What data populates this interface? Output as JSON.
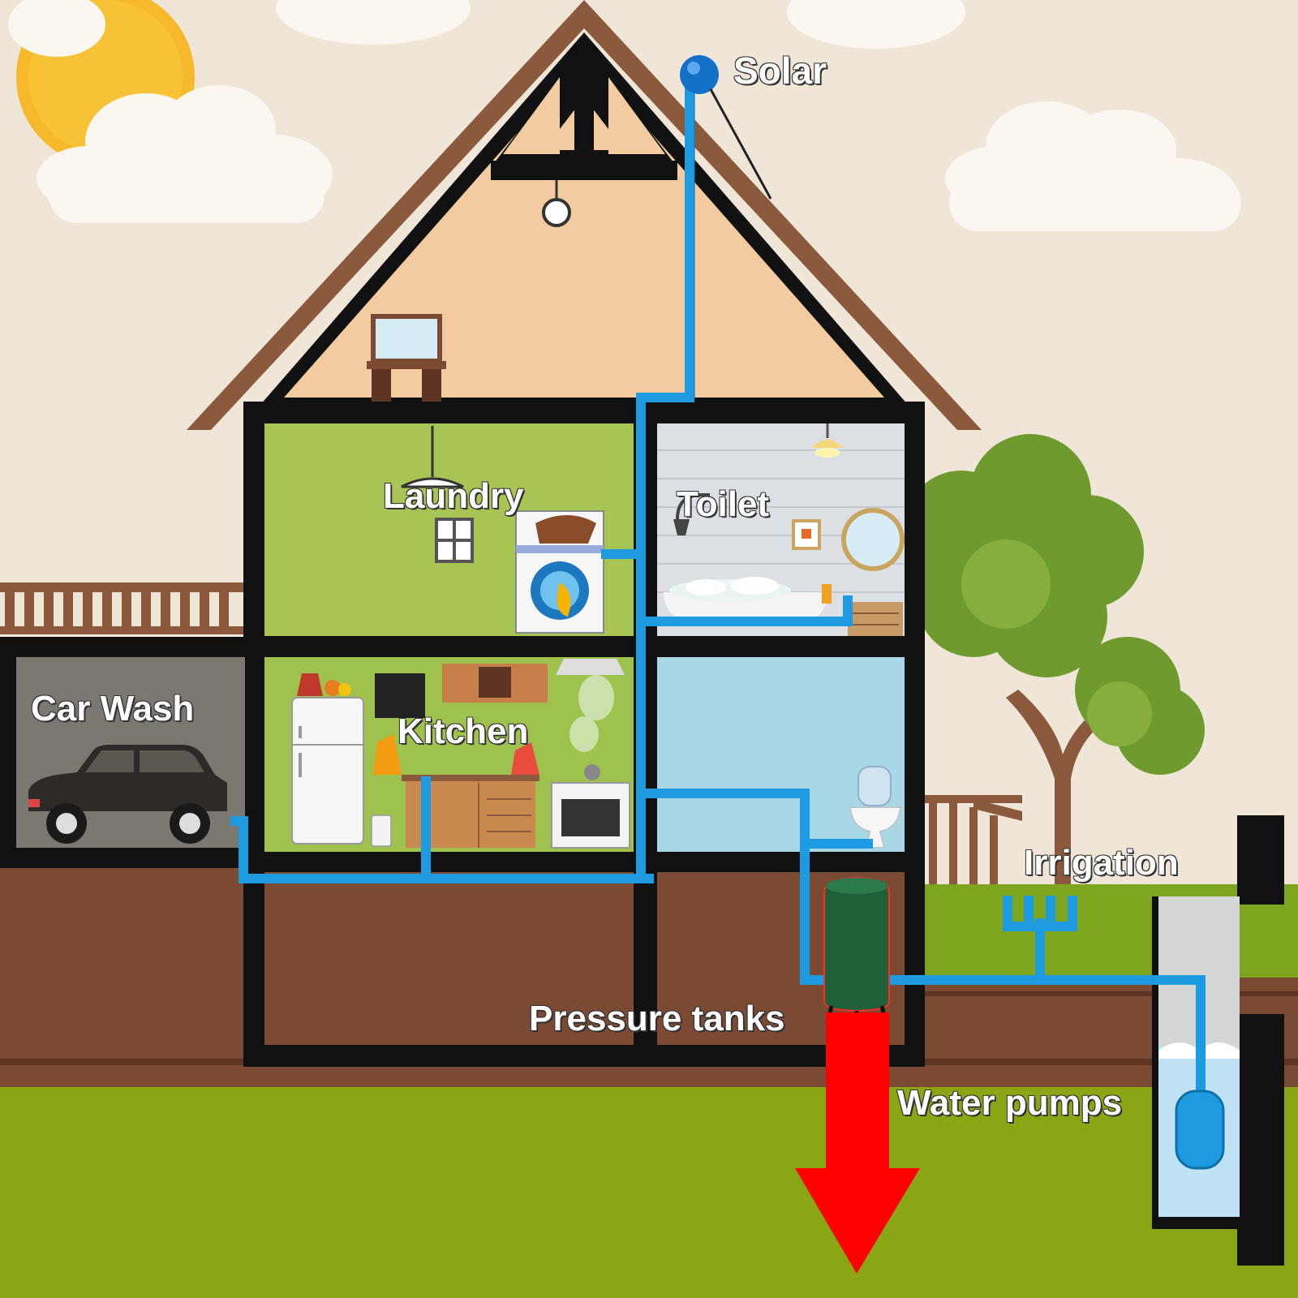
{
  "labels": {
    "solar": "Solar",
    "laundry": "Laundry",
    "toilet": "Toilet",
    "car_wash": "Car Wash",
    "kitchen": "Kitchen",
    "irrigation": "Irrigation",
    "pressure_tanks": "Pressure tanks",
    "water_pumps": "Water pumps"
  },
  "colors": {
    "sky": "#f0e6d8",
    "roof": "#8b5a3c",
    "attic": "#f2ccA0",
    "frame": "#111111",
    "laundry_wall": "#a8c454",
    "kitchen_wall": "#9fc24e",
    "bathroom_tile": "#dcdfe4",
    "toilet_room": "#a8d8e6",
    "basement": "#7a4a32",
    "grass": "#8aa615",
    "pipe": "#1e9be0",
    "pressure_tank": "#1f5f3a",
    "arrow": "#ff0000",
    "tree_foliage": "#6f9a2e",
    "tree_trunk": "#8b5a3c",
    "sun": "#f6b92b"
  },
  "icons": [
    "sun-icon",
    "cloud-icon",
    "car-icon",
    "washing-machine-icon",
    "refrigerator-icon",
    "stove-icon",
    "toilet-icon",
    "bathtub-icon",
    "mirror-icon",
    "lamp-icon",
    "tree-icon",
    "pressure-tank-icon",
    "down-arrow-icon",
    "well-pump-icon",
    "solar-collector-icon"
  ]
}
